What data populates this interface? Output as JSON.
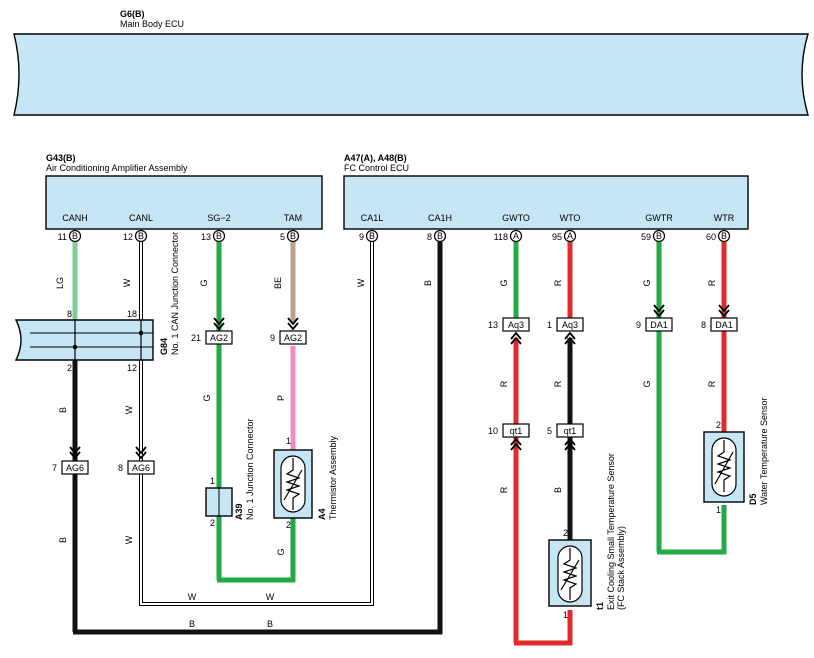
{
  "colors": {
    "ecu_fill": "#c6e6f6",
    "wire_lg": "#7fce9a",
    "wire_g": "#22aa44",
    "wire_r": "#e12a2a",
    "wire_b": "#111111",
    "wire_w": "#ffffff",
    "wire_be": "#b8a48c",
    "wire_p": "#f08cc4"
  },
  "ecus": {
    "main_body": {
      "code": "G6(B)",
      "name": "Main Body ECU"
    },
    "ac_amp": {
      "code": "G43(B)",
      "name": "Air Conditioning Amplifier Assembly",
      "terminals": [
        {
          "name": "CANH",
          "pin": "11",
          "conn": "B"
        },
        {
          "name": "CANL",
          "pin": "12",
          "conn": "B"
        },
        {
          "name": "SG−2",
          "pin": "13",
          "conn": "B"
        },
        {
          "name": "TAM",
          "pin": "5",
          "conn": "B"
        }
      ]
    },
    "fc_ecu": {
      "code": "A47(A), A48(B)",
      "name": "FC Control ECU",
      "terminals": [
        {
          "name": "CA1L",
          "pin": "9",
          "conn": "B"
        },
        {
          "name": "CA1H",
          "pin": "8",
          "conn": "B"
        },
        {
          "name": "GWTO",
          "pin": "118",
          "conn": "A"
        },
        {
          "name": "WTO",
          "pin": "95",
          "conn": "A"
        },
        {
          "name": "GWTR",
          "pin": "59",
          "conn": "B"
        },
        {
          "name": "WTR",
          "pin": "60",
          "conn": "B"
        }
      ]
    }
  },
  "wire_colors": {
    "lg": "LG",
    "w": "W",
    "g": "G",
    "be": "BE",
    "b": "B",
    "r": "R",
    "p": "P"
  },
  "junction": {
    "code": "G84",
    "name": "No. 1 CAN Junction Connector",
    "pins": {
      "p8": "8",
      "p18": "18",
      "p2": "2",
      "p12": "12"
    }
  },
  "inline_connectors": {
    "ag2_left": {
      "label": "AG2",
      "pin": "21"
    },
    "ag2_right": {
      "label": "AG2",
      "pin": "9"
    },
    "ag6_left": {
      "label": "AG6",
      "pin": "7"
    },
    "ag6_right": {
      "label": "AG6",
      "pin": "8"
    },
    "aq3_left": {
      "label": "Aq3",
      "pin": "13"
    },
    "aq3_right": {
      "label": "Aq3",
      "pin": "1"
    },
    "da1_left": {
      "label": "DA1",
      "pin": "9"
    },
    "da1_right": {
      "label": "DA1",
      "pin": "8"
    },
    "qt1_left": {
      "label": "qt1",
      "pin": "10"
    },
    "qt1_right": {
      "label": "qt1",
      "pin": "5"
    }
  },
  "components": {
    "a39": {
      "code": "A39",
      "name": "No. 1 Junction Connector",
      "pin_top": "1",
      "pin_bottom": "2"
    },
    "a4": {
      "code": "A4",
      "name": "Thermistor Assembly",
      "pin_top": "1",
      "pin_bottom": "2"
    },
    "t1": {
      "code": "t1",
      "name": "Exit Cooling Small Temperature Sensor",
      "name2": "(FC Stack Assembly)",
      "pin_top": "2",
      "pin_bottom": "1"
    },
    "d5": {
      "code": "D5",
      "name": "Water Temperature Sensor",
      "pin_top": "2",
      "pin_bottom": "1"
    }
  }
}
